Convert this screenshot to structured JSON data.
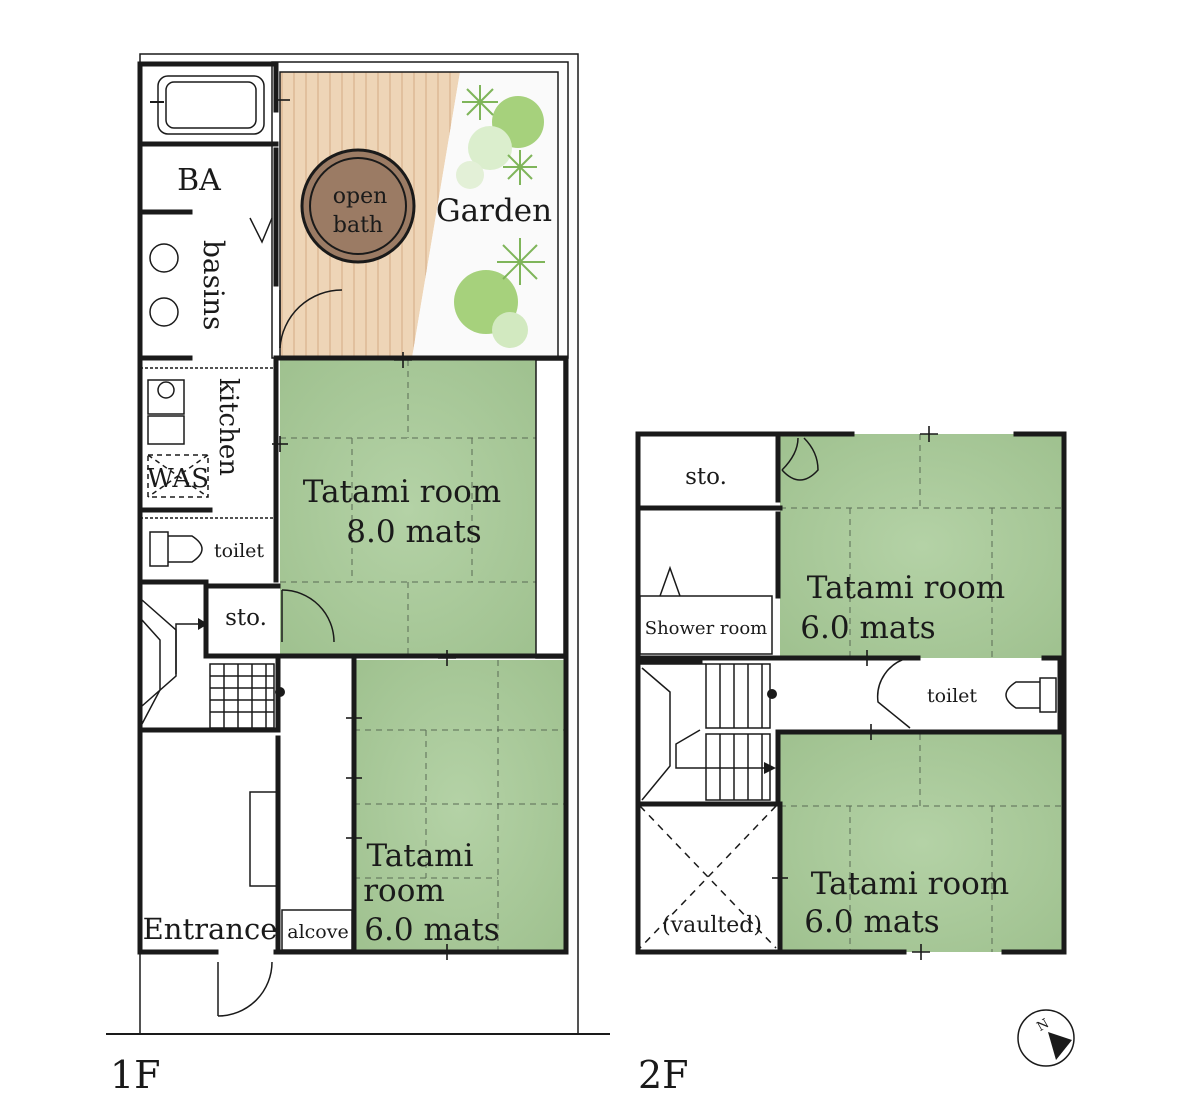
{
  "floor1": {
    "label": "1F",
    "rooms": {
      "ba": "BA",
      "open_bath_line1": "open",
      "open_bath_line2": "bath",
      "garden": "Garden",
      "basins": "basins",
      "kitchen": "kitchen",
      "was": "WAS",
      "toilet": "toilet",
      "storage": "sto.",
      "tatami_large_line1": "Tatami room",
      "tatami_large_line2": "8.0 mats",
      "tatami_small_line1": "Tatami",
      "tatami_small_line2": "room",
      "tatami_small_line3": "6.0 mats",
      "entrance": "Entrance",
      "alcove": "alcove"
    }
  },
  "floor2": {
    "label": "2F",
    "rooms": {
      "storage": "sto.",
      "shower": "Shower room",
      "tatami_top_line1": "Tatami room",
      "tatami_top_line2": "6.0 mats",
      "toilet": "toilet",
      "tatami_bottom_line1": "Tatami room",
      "tatami_bottom_line2": "6.0 mats",
      "vaulted": "(vaulted)"
    }
  },
  "compass": {
    "letter": "N",
    "icon": "north-arrow-icon"
  },
  "colors": {
    "tatami": "#a9c89c",
    "deck": "#ecd3b4",
    "garden_plant": "#9fcf72",
    "open_bath": "#9b7b64",
    "wall": "#1a1a1a"
  }
}
